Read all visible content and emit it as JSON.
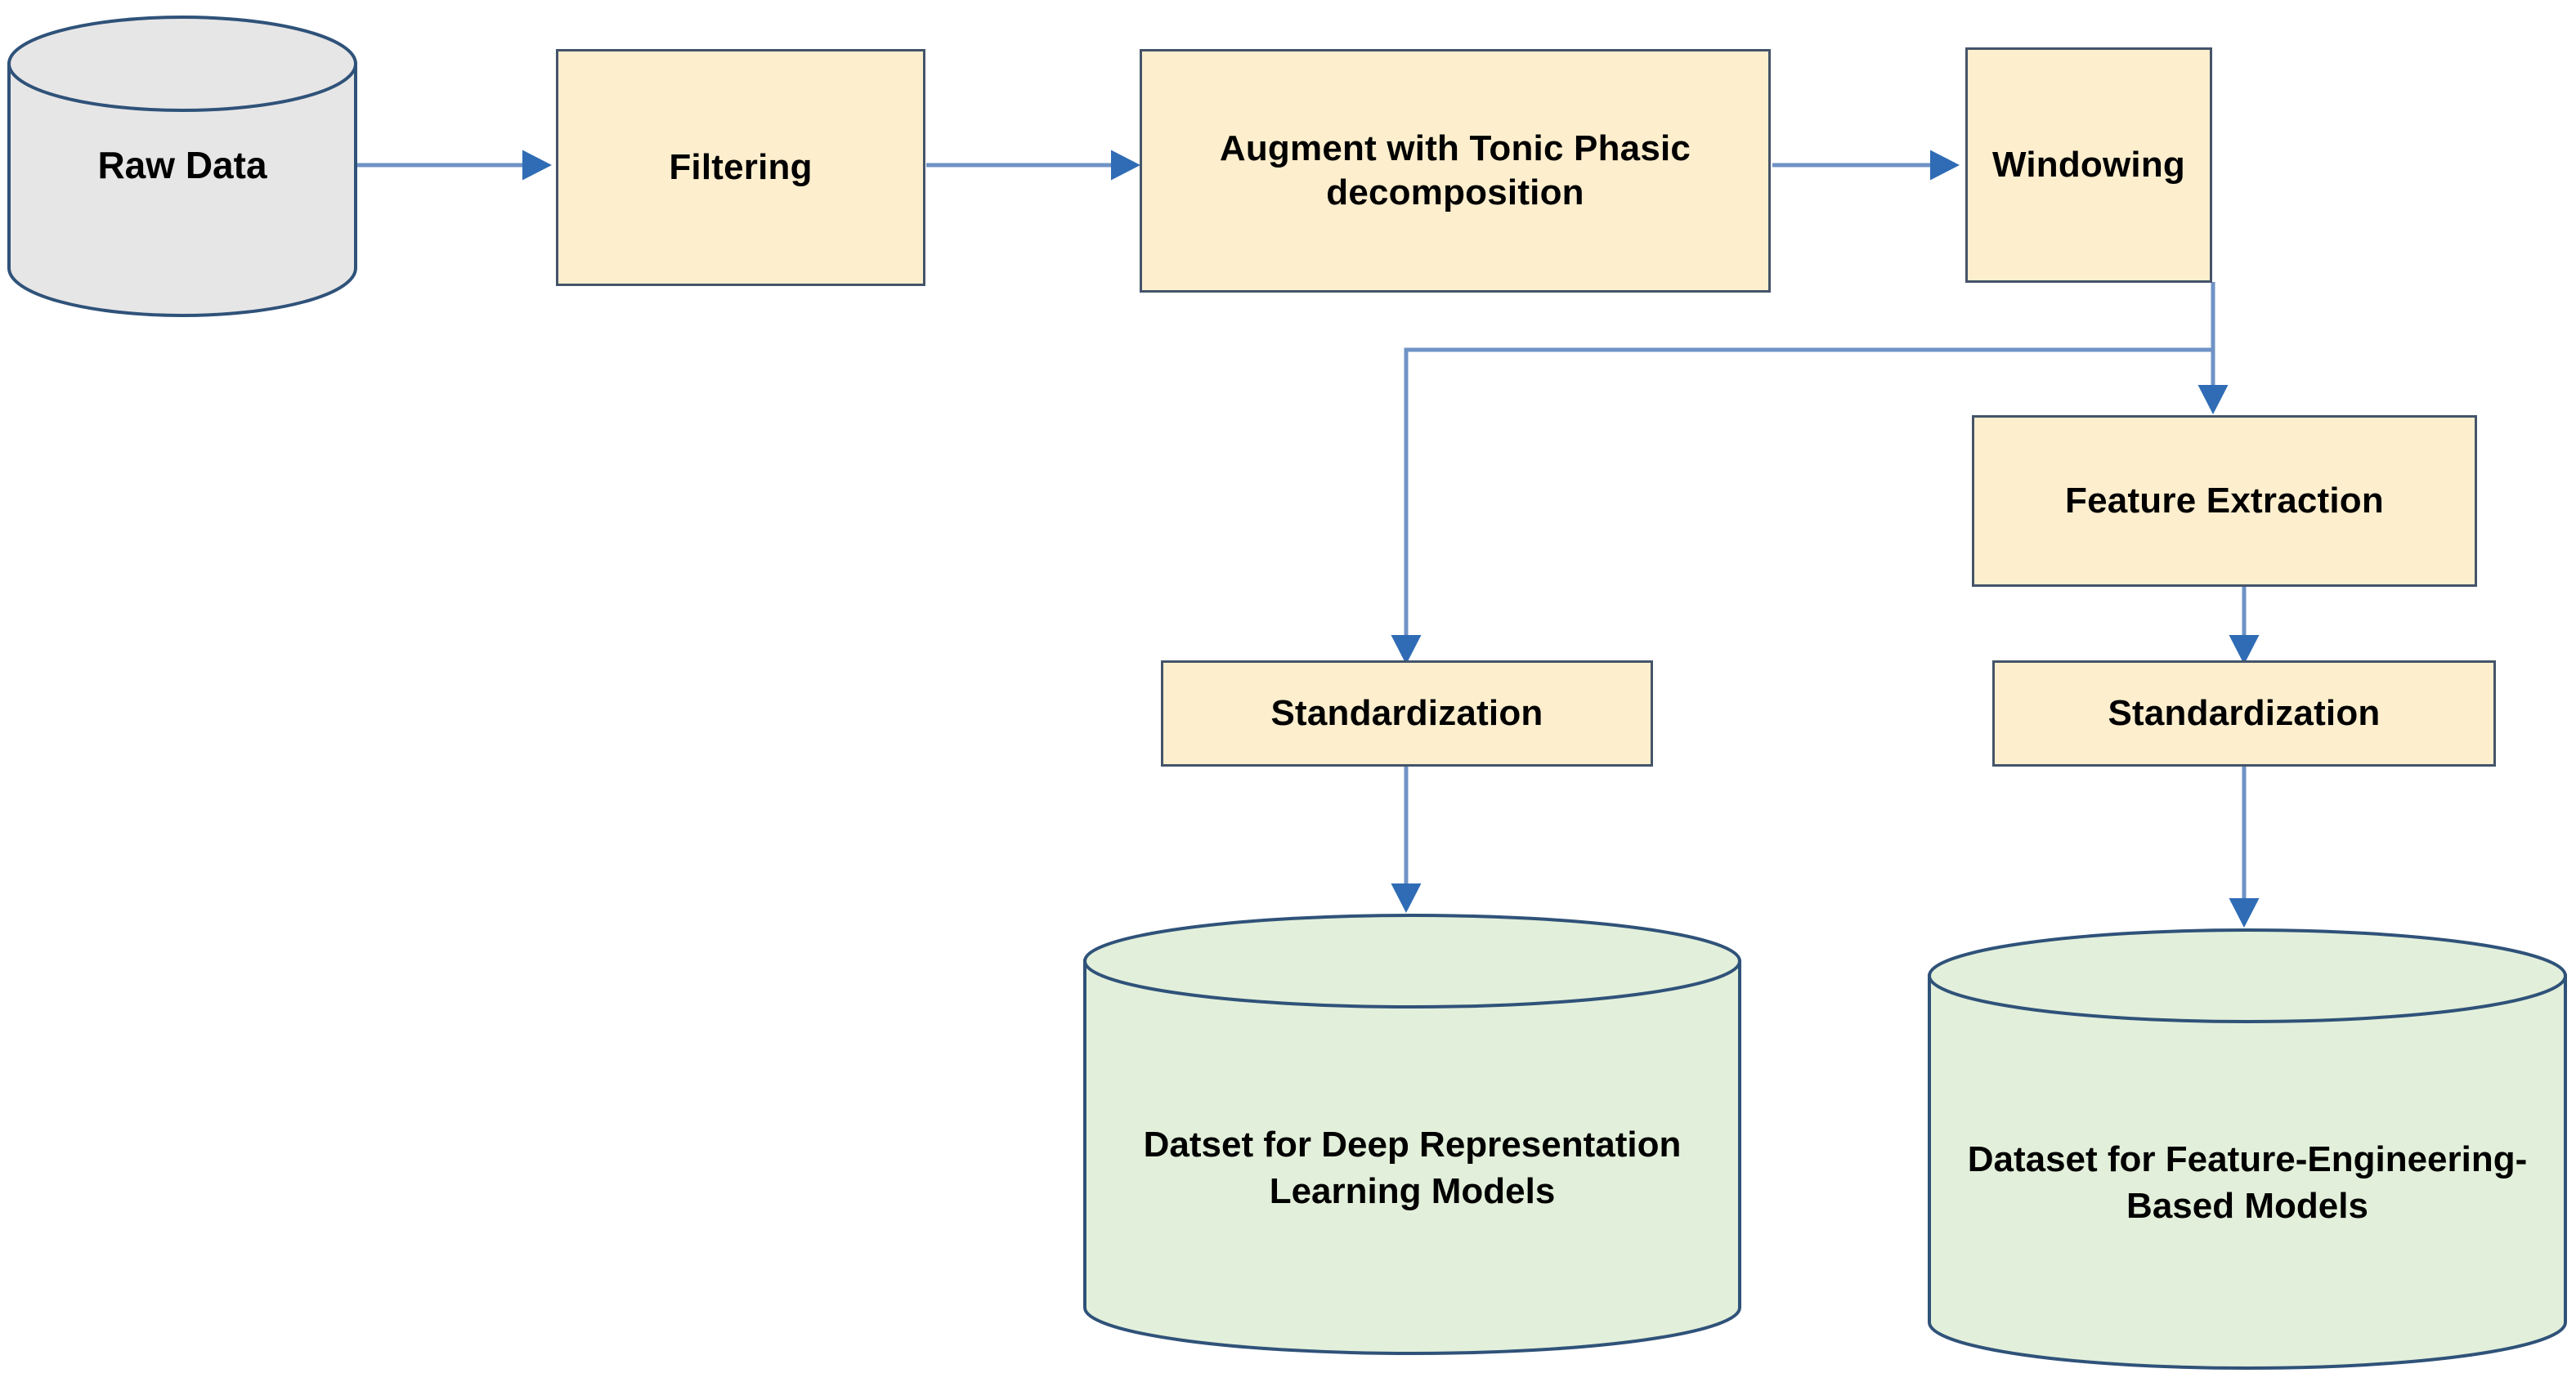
{
  "diagram": {
    "title": "Data preprocessing pipeline flowchart",
    "colors": {
      "process_fill": "#fdeecd",
      "process_border": "#44546a",
      "datastore_gray_fill": "#e7e6e6",
      "datastore_green_fill": "#e2efda",
      "datastore_border": "#2f5279",
      "connector": "#4a7ebb",
      "text": "#000000",
      "background": "#ffffff"
    },
    "nodes": [
      {
        "id": "raw-data",
        "label": "Raw Data",
        "shape": "cylinder",
        "fill": "#e7e6e6"
      },
      {
        "id": "filtering",
        "label": "Filtering",
        "shape": "rectangle",
        "fill": "#fdeecd"
      },
      {
        "id": "augment",
        "label": "Augment with Tonic Phasic decomposition",
        "shape": "rectangle",
        "fill": "#fdeecd"
      },
      {
        "id": "windowing",
        "label": "Windowing",
        "shape": "rectangle",
        "fill": "#fdeecd"
      },
      {
        "id": "feature-extraction",
        "label": "Feature Extraction",
        "shape": "rectangle",
        "fill": "#fdeecd"
      },
      {
        "id": "standardization-left",
        "label": "Standardization",
        "shape": "rectangle",
        "fill": "#fdeecd"
      },
      {
        "id": "standardization-right",
        "label": "Standardization",
        "shape": "rectangle",
        "fill": "#fdeecd"
      },
      {
        "id": "dataset-deep",
        "label": "Datset for Deep Representation Learning Models",
        "shape": "cylinder",
        "fill": "#e2efda"
      },
      {
        "id": "dataset-feature",
        "label": "Dataset for Feature-Engineering-Based Models",
        "shape": "cylinder",
        "fill": "#e2efda"
      }
    ],
    "edges": [
      {
        "from": "raw-data",
        "to": "filtering",
        "direction": "right"
      },
      {
        "from": "filtering",
        "to": "augment",
        "direction": "right"
      },
      {
        "from": "augment",
        "to": "windowing",
        "direction": "right"
      },
      {
        "from": "windowing",
        "to": "feature-extraction",
        "direction": "down"
      },
      {
        "from": "windowing",
        "to": "standardization-left",
        "direction": "left-down"
      },
      {
        "from": "feature-extraction",
        "to": "standardization-right",
        "direction": "down"
      },
      {
        "from": "standardization-left",
        "to": "dataset-deep",
        "direction": "down"
      },
      {
        "from": "standardization-right",
        "to": "dataset-feature",
        "direction": "down"
      }
    ]
  }
}
